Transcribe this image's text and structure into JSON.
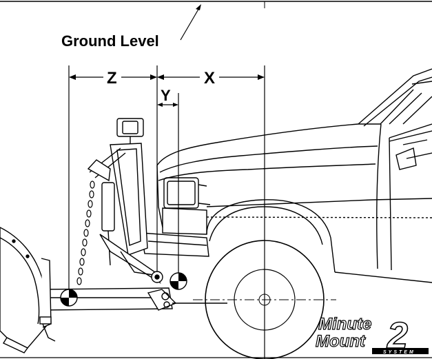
{
  "ground_label": "Ground Level",
  "dimensions": {
    "z_label": "Z",
    "x_label": "X",
    "y_label": "Y"
  },
  "logo": {
    "line1": "Minute",
    "line2": "Mount",
    "number": "2",
    "system": "SYSTEM"
  },
  "colors": {
    "line": "#000000",
    "background": "#ffffff"
  }
}
